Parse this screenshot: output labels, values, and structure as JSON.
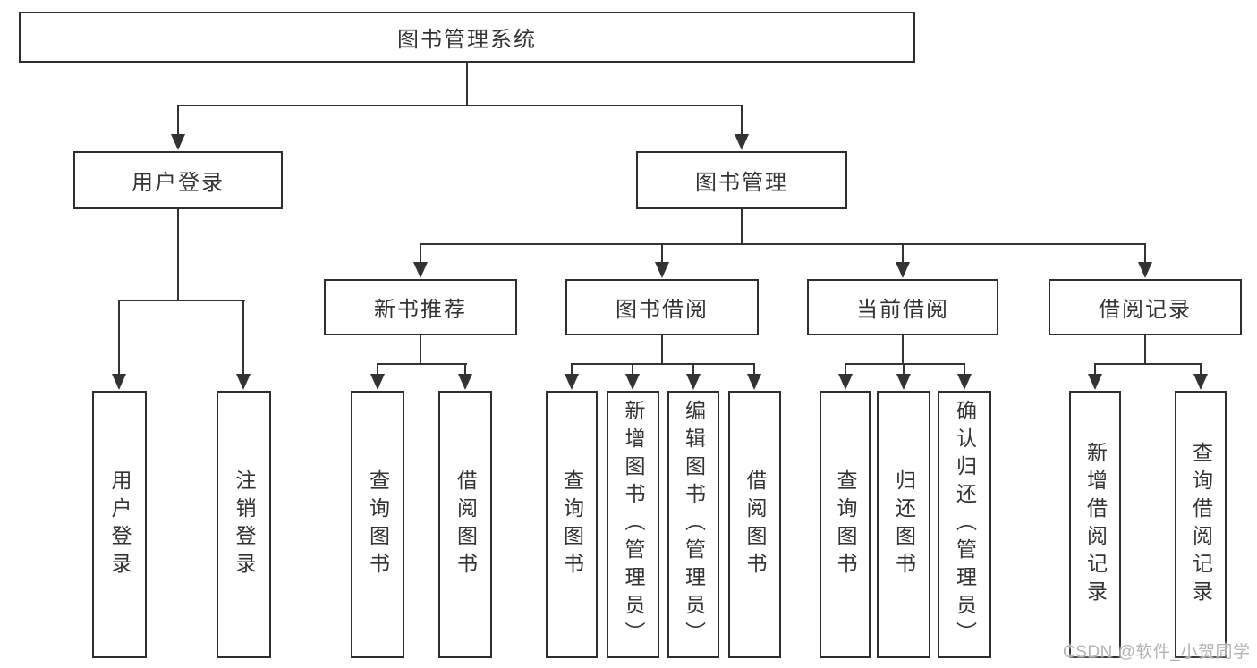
{
  "tree": {
    "root": {
      "label": "图书管理系统"
    },
    "branches": [
      {
        "label": "用户登录",
        "children": [
          {
            "label": "用户登录"
          },
          {
            "label": "注销登录"
          }
        ]
      },
      {
        "label": "图书管理",
        "children": [
          {
            "label": "新书推荐",
            "children": [
              {
                "label": "查询图书"
              },
              {
                "label": "借阅图书"
              }
            ]
          },
          {
            "label": "图书借阅",
            "children": [
              {
                "label": "查询图书"
              },
              {
                "label": "新增图书（管理员）"
              },
              {
                "label": "编辑图书（管理员）"
              },
              {
                "label": "借阅图书"
              }
            ]
          },
          {
            "label": "当前借阅",
            "children": [
              {
                "label": "查询图书"
              },
              {
                "label": "归还图书"
              },
              {
                "label": "确认归还（管理员）"
              }
            ]
          },
          {
            "label": "借阅记录",
            "children": [
              {
                "label": "新增借阅记录"
              },
              {
                "label": "查询借阅记录"
              }
            ]
          }
        ]
      }
    ]
  },
  "watermark": {
    "text": "CSDN @软件_小贺同学"
  },
  "colors": {
    "line": "#333333",
    "border": "#2e2e2e",
    "text": "#333333",
    "watermark": "#b3b3b3",
    "background": "#ffffff"
  }
}
